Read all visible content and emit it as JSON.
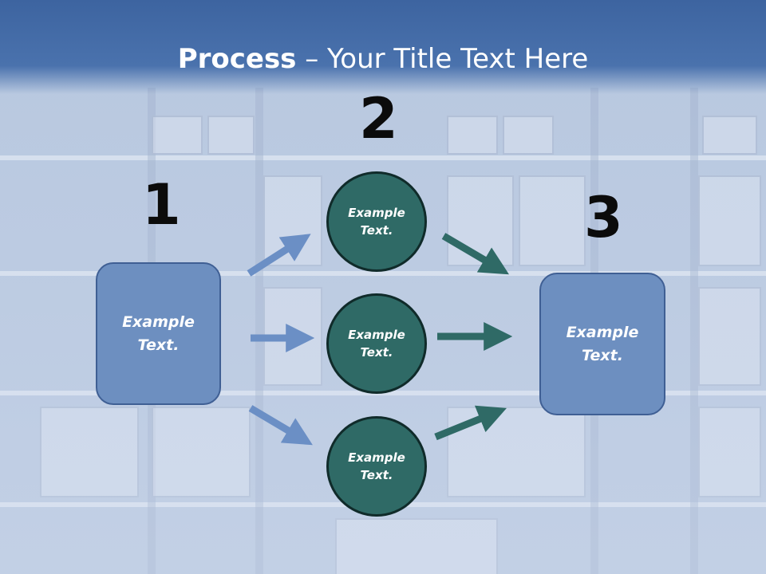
{
  "title": {
    "bold": "Process",
    "rest": " – Your Title Text Here"
  },
  "numbers": {
    "n1": "1",
    "n2": "2",
    "n3": "3"
  },
  "left_box": {
    "line1": "Example",
    "line2": "Text."
  },
  "right_box": {
    "line1": "Example",
    "line2": "Text."
  },
  "circles": [
    {
      "line1": "Example",
      "line2": "Text."
    },
    {
      "line1": "Example",
      "line2": "Text."
    },
    {
      "line1": "Example",
      "line2": "Text."
    }
  ],
  "colors": {
    "box": "#6d8fc0",
    "circle": "#2f6a66",
    "blue_arrow": "#6b8fc5",
    "teal_arrow": "#2f6a66",
    "title_bar": "#3d64a0"
  }
}
